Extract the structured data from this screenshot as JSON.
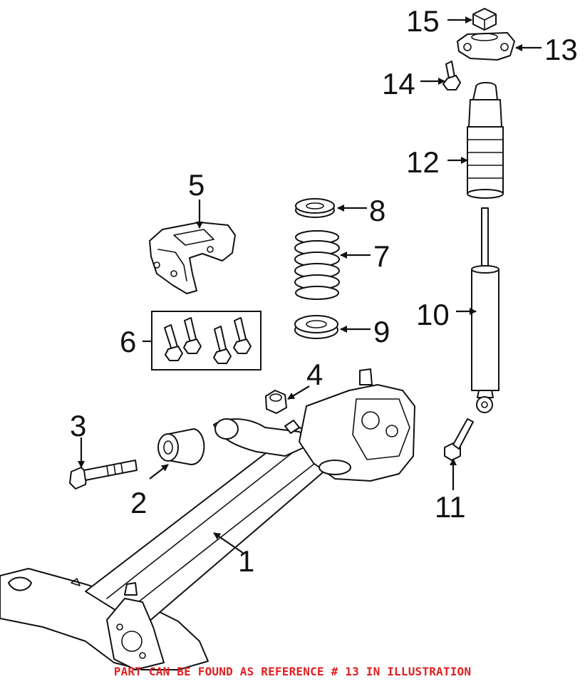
{
  "callouts": {
    "c1": "1",
    "c2": "2",
    "c3": "3",
    "c4": "4",
    "c5": "5",
    "c6": "6",
    "c7": "7",
    "c8": "8",
    "c9": "9",
    "c10": "10",
    "c11": "11",
    "c12": "12",
    "c13": "13",
    "c14": "14",
    "c15": "15"
  },
  "caption": "PART CAN BE FOUND AS REFERENCE # 13 IN ILLUSTRATION",
  "colors": {
    "caption": "#e02020",
    "ink": "#111111",
    "background": "#ffffff"
  }
}
